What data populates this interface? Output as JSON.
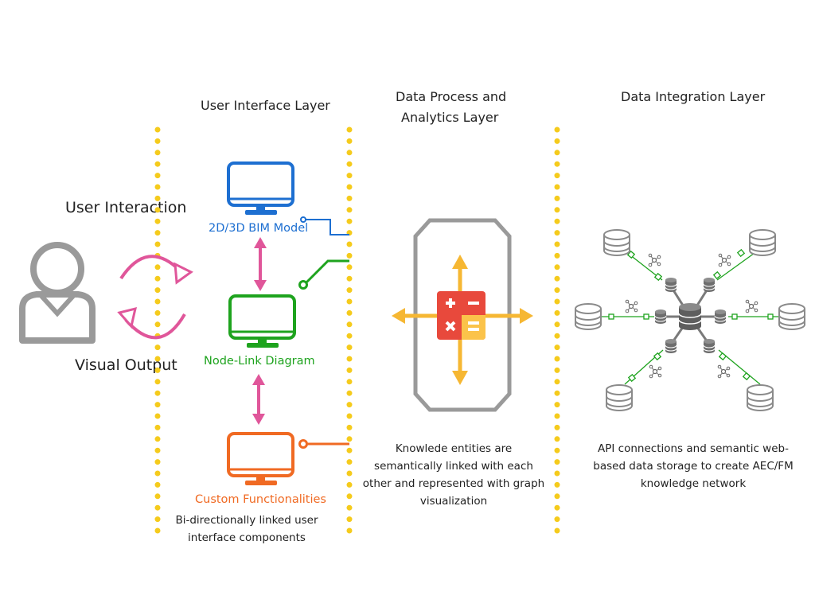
{
  "layers": {
    "ui": "User Interface Layer",
    "process_line1": "Data Process and",
    "process_line2": "Analytics Layer",
    "integration": "Data Integration Layer"
  },
  "user": {
    "interaction": "User Interaction",
    "output": "Visual Output"
  },
  "components": {
    "bim": "2D/3D BIM Model",
    "node_link": "Node-Link Diagram",
    "custom": "Custom Functionalities"
  },
  "captions": {
    "ui_line1": "Bi-directionally linked user",
    "ui_line2": "interface components",
    "process_line1": "Knowlede entities are",
    "process_line2": "semantically linked with each",
    "process_line3": "other and represented with graph",
    "process_line4": "visualization",
    "integration_line1": "API connections and semantic web-",
    "integration_line2": "based data storage to create AEC/FM",
    "integration_line3": "knowledge network"
  },
  "colors": {
    "divider": "#f5cb1c",
    "blue": "#1d6fd1",
    "green": "#1ea31e",
    "orange": "#f06a23",
    "pink": "#e0569a",
    "gray": "#9a9a9a",
    "calc_red": "#e8493c",
    "calc_yellow": "#fbc34a",
    "arrow_yellow": "#f6b733"
  },
  "icons": [
    "user-icon",
    "monitor-icon",
    "calculator-icon",
    "database-icon",
    "network-node-icon"
  ]
}
